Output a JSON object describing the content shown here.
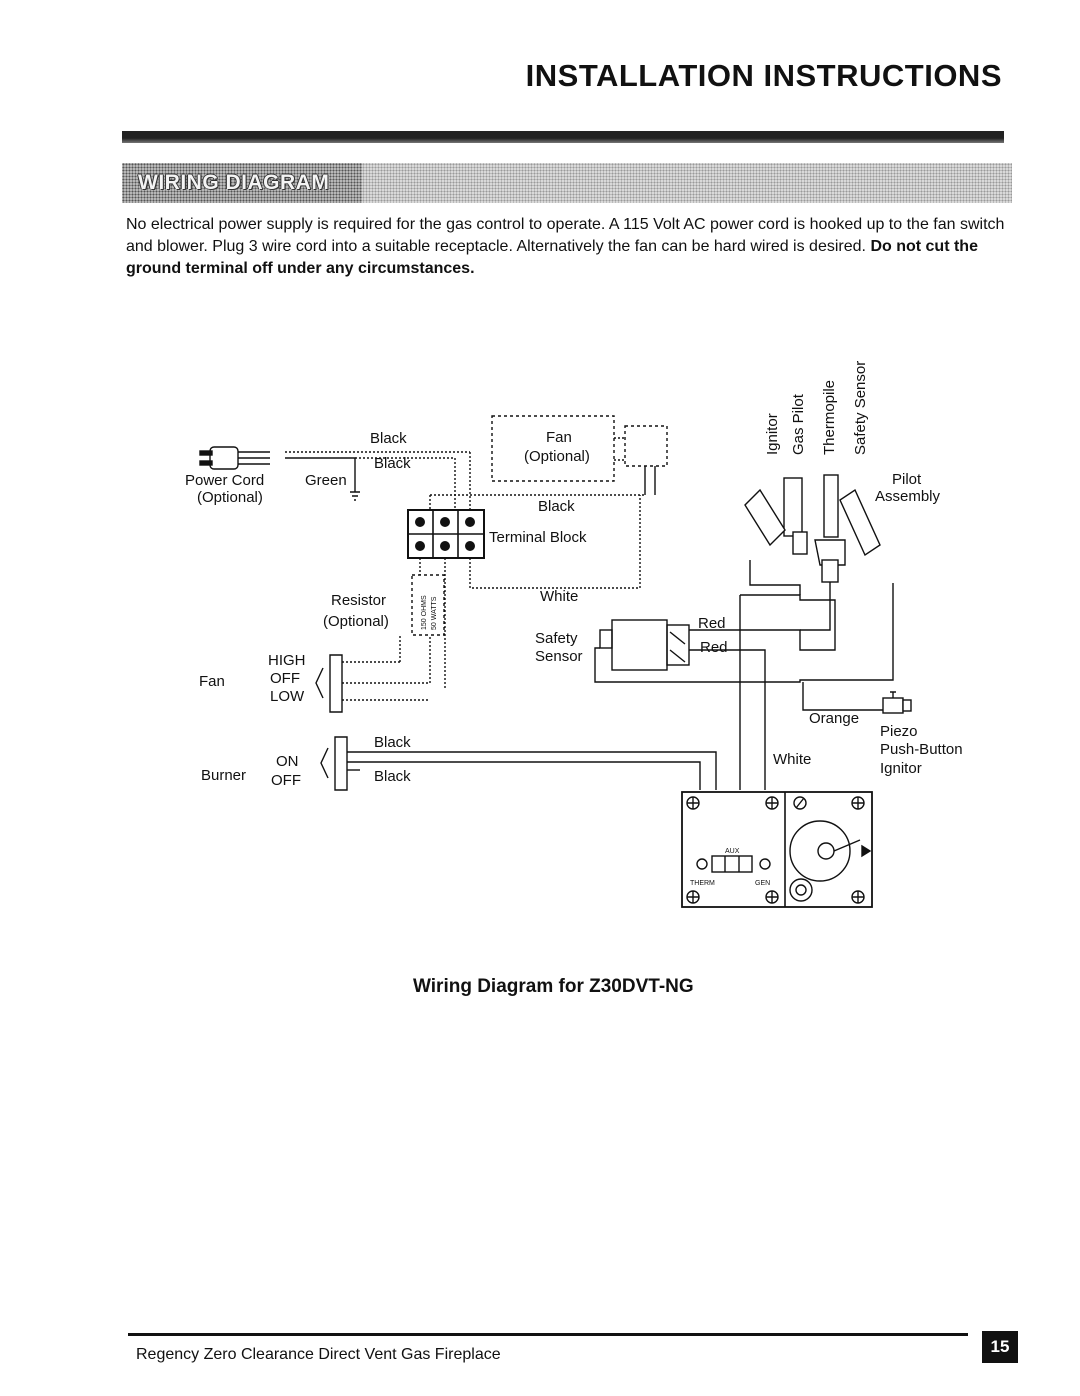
{
  "header": {
    "title": "INSTALLATION INSTRUCTIONS"
  },
  "section": {
    "title": "WIRING DIAGRAM"
  },
  "intro": {
    "text": "No electrical power supply is required for the gas control to operate. A 115 Volt AC power cord is hooked up to the fan switch and blower. Plug 3 wire cord into a suitable receptacle. Alternatively the fan can be hard wired is desired.",
    "bold": "Do not cut the ground terminal off under any circumstances."
  },
  "diagram": {
    "labels": {
      "black_1": "Black",
      "black_2": "Black",
      "black_3": "Black",
      "black_4": "Black",
      "black_5": "Black",
      "power_cord": "Power Cord",
      "optional_1": "(Optional)",
      "green": "Green",
      "fan_box": "Fan",
      "fan_optional": "(Optional)",
      "terminal_block": "Terminal Block",
      "white_1": "White",
      "white_2": "White",
      "resistor": "Resistor",
      "resistor_optional": "(Optional)",
      "resistor_ohms": "150 OHMS",
      "resistor_watts": "50 WATTS",
      "safety": "Safety",
      "sensor": "Sensor",
      "red_1": "Red",
      "red_2": "Red",
      "high": "HIGH",
      "fan_switch": "Fan",
      "off_1": "OFF",
      "low": "LOW",
      "orange": "Orange",
      "on": "ON",
      "burner": "Burner",
      "off_2": "OFF",
      "piezo": "Piezo",
      "push_button": "Push-Button",
      "ignitor": "Ignitor",
      "ignitor_v": "Ignitor",
      "gas_pilot_v": "Gas Pilot",
      "thermopile_v": "Thermopile",
      "safety_sensor_v": "Safety Sensor",
      "pilot": "Pilot",
      "assembly": "Assembly",
      "aux": "AUX",
      "therm": "THERM",
      "gen": "GEN"
    }
  },
  "caption": "Wiring Diagram for Z30DVT-NG",
  "footer": {
    "text": "Regency Zero Clearance Direct Vent Gas Fireplace",
    "page": "15"
  }
}
